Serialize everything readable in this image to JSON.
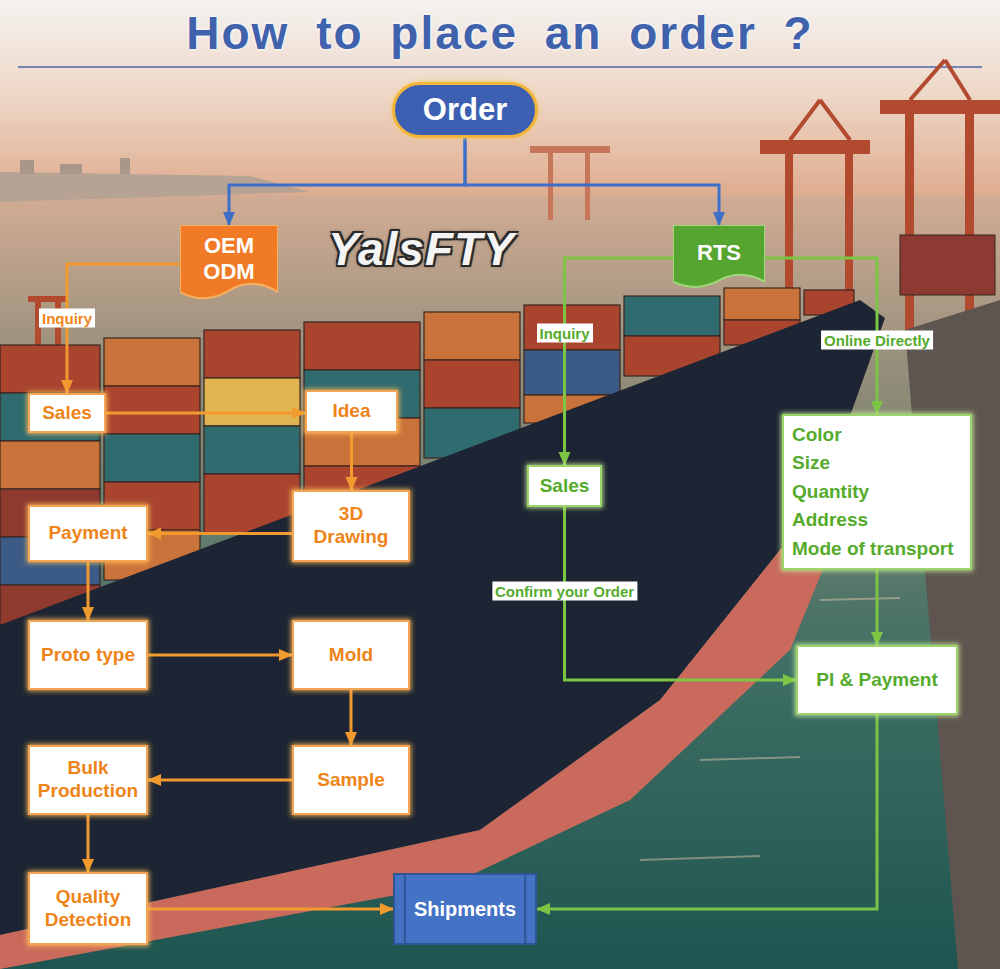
{
  "diagram": {
    "title": "How to place an order ?",
    "nodes": [
      {
        "text": [
          "Order"
        ]
      },
      {
        "text": [
          "OEM ODM"
        ]
      },
      {
        "text": [
          "RTS"
        ]
      },
      {
        "text": [
          "Sales"
        ]
      },
      {
        "text": [
          "Idea"
        ]
      },
      {
        "text": [
          "Payment"
        ]
      },
      {
        "text": [
          "3D Drawing"
        ]
      },
      {
        "text": [
          "Proto type"
        ]
      },
      {
        "text": [
          "Mold"
        ]
      },
      {
        "text": [
          "Bulk Production"
        ]
      },
      {
        "text": [
          "Sample"
        ]
      },
      {
        "text": [
          "Quality Detection"
        ]
      },
      {
        "text": [
          "Sales"
        ]
      },
      {
        "text": [
          "Color",
          "Size",
          "Quantity",
          "Address",
          "Mode of transport"
        ]
      },
      {
        "text": [
          "PI & Payment"
        ]
      },
      {
        "text": [
          "Shipments"
        ]
      }
    ],
    "edges": [
      {
        "from": 0,
        "to": 1,
        "arrow": "to"
      },
      {
        "from": 0,
        "to": 2,
        "arrow": "to"
      },
      {
        "from": 1,
        "to": 3,
        "label": "Inquiry",
        "arrow": "to"
      },
      {
        "from": 3,
        "to": 4,
        "arrow": "to"
      },
      {
        "from": 4,
        "to": 6,
        "arrow": "to"
      },
      {
        "from": 6,
        "to": 5,
        "arrow": "to"
      },
      {
        "from": 5,
        "to": 7,
        "arrow": "to"
      },
      {
        "from": 7,
        "to": 8,
        "arrow": "to"
      },
      {
        "from": 8,
        "to": 10,
        "arrow": "to"
      },
      {
        "from": 10,
        "to": 9,
        "arrow": "to"
      },
      {
        "from": 9,
        "to": 11,
        "arrow": "to"
      },
      {
        "from": 11,
        "to": 15,
        "arrow": "to"
      },
      {
        "from": 2,
        "to": 12,
        "label": "Inquiry",
        "arrow": "to"
      },
      {
        "from": 2,
        "to": 13,
        "label": "Online Directly",
        "arrow": "to"
      },
      {
        "from": 12,
        "to": 14,
        "label": "Confirm your Order",
        "arrow": "to"
      },
      {
        "from": 13,
        "to": 14,
        "arrow": "to"
      },
      {
        "from": 14,
        "to": 15,
        "arrow": "to"
      }
    ],
    "labels": [
      "YalsFTY"
    ]
  }
}
